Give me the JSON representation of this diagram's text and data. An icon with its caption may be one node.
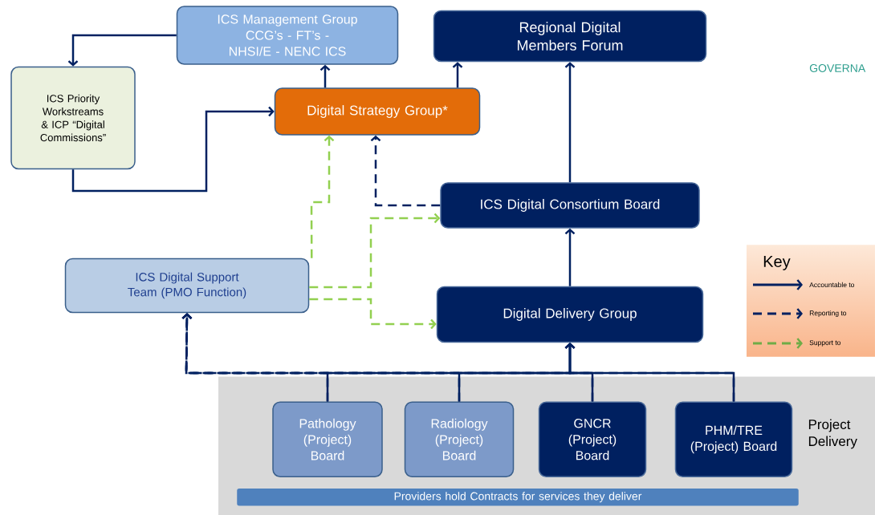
{
  "diagram": {
    "nodes": [
      {
        "text": [
          "ICS Management Group",
          "CCG’s - FT’s - NHSI/E - NENC ICS"
        ]
      },
      {
        "text": [
          "Regional Digital Members Forum"
        ]
      },
      {
        "text": [
          "ICS Priority Workstreams & ICP “Digital Commissions”"
        ]
      },
      {
        "text": [
          "Digital Strategy Group*"
        ]
      },
      {
        "text": [
          "ICS Digital Consortium Board"
        ]
      },
      {
        "text": [
          "ICS Digital Support Team (PMO Function)"
        ]
      },
      {
        "text": [
          "Digital Delivery Group"
        ]
      },
      {
        "text": [
          "Project Delivery"
        ]
      },
      {
        "text": [
          "Pathology (Project) Board"
        ],
        "in": 7
      },
      {
        "text": [
          "Radiology (Project) Board"
        ],
        "in": 7
      },
      {
        "text": [
          "GNCR (Project) Board"
        ],
        "in": 7
      },
      {
        "text": [
          "PHM/TRE (Project) Board"
        ],
        "in": 7
      },
      {
        "text": [
          "Providers hold Contracts for services they deliver"
        ],
        "in": 7
      }
    ],
    "edges": [
      {
        "from": 0,
        "to": 2,
        "arrow": "to"
      },
      {
        "from": 2,
        "to": 3,
        "arrow": "to"
      },
      {
        "from": 3,
        "to": 0,
        "arrow": "to"
      },
      {
        "from": 3,
        "to": 1,
        "arrow": "to"
      },
      {
        "from": 4,
        "to": 1,
        "arrow": "to"
      },
      {
        "from": 6,
        "to": 4,
        "arrow": "to"
      },
      {
        "from": 4,
        "to": 3,
        "arrow": "to",
        "style": "dashed"
      },
      {
        "from": 5,
        "to": 3,
        "arrow": "to",
        "style": "dashed",
        "color": "#92d050"
      },
      {
        "from": 5,
        "to": 4,
        "arrow": "to",
        "style": "dashed",
        "color": "#92d050"
      },
      {
        "from": 5,
        "to": 6,
        "arrow": "to",
        "style": "dashed",
        "color": "#92d050"
      },
      {
        "from": 8,
        "to": 6,
        "arrow": "to"
      },
      {
        "from": 9,
        "to": 6,
        "arrow": "to"
      },
      {
        "from": 10,
        "to": 6,
        "arrow": "to"
      },
      {
        "from": 11,
        "to": 6,
        "arrow": "to"
      },
      {
        "from": 8,
        "to": 5,
        "arrow": "to",
        "style": "dashed"
      },
      {
        "from": 9,
        "to": 5,
        "arrow": "to",
        "style": "dashed"
      },
      {
        "from": 10,
        "to": 5,
        "arrow": "to",
        "style": "dashed"
      },
      {
        "from": 11,
        "to": 5,
        "arrow": "to",
        "style": "dashed"
      }
    ],
    "labels": [
      "GOVERNA",
      "Key"
    ],
    "legend": [
      {
        "text": "Accountable to"
      },
      {
        "text": "Reporting to"
      },
      {
        "text": "Support to"
      }
    ]
  }
}
